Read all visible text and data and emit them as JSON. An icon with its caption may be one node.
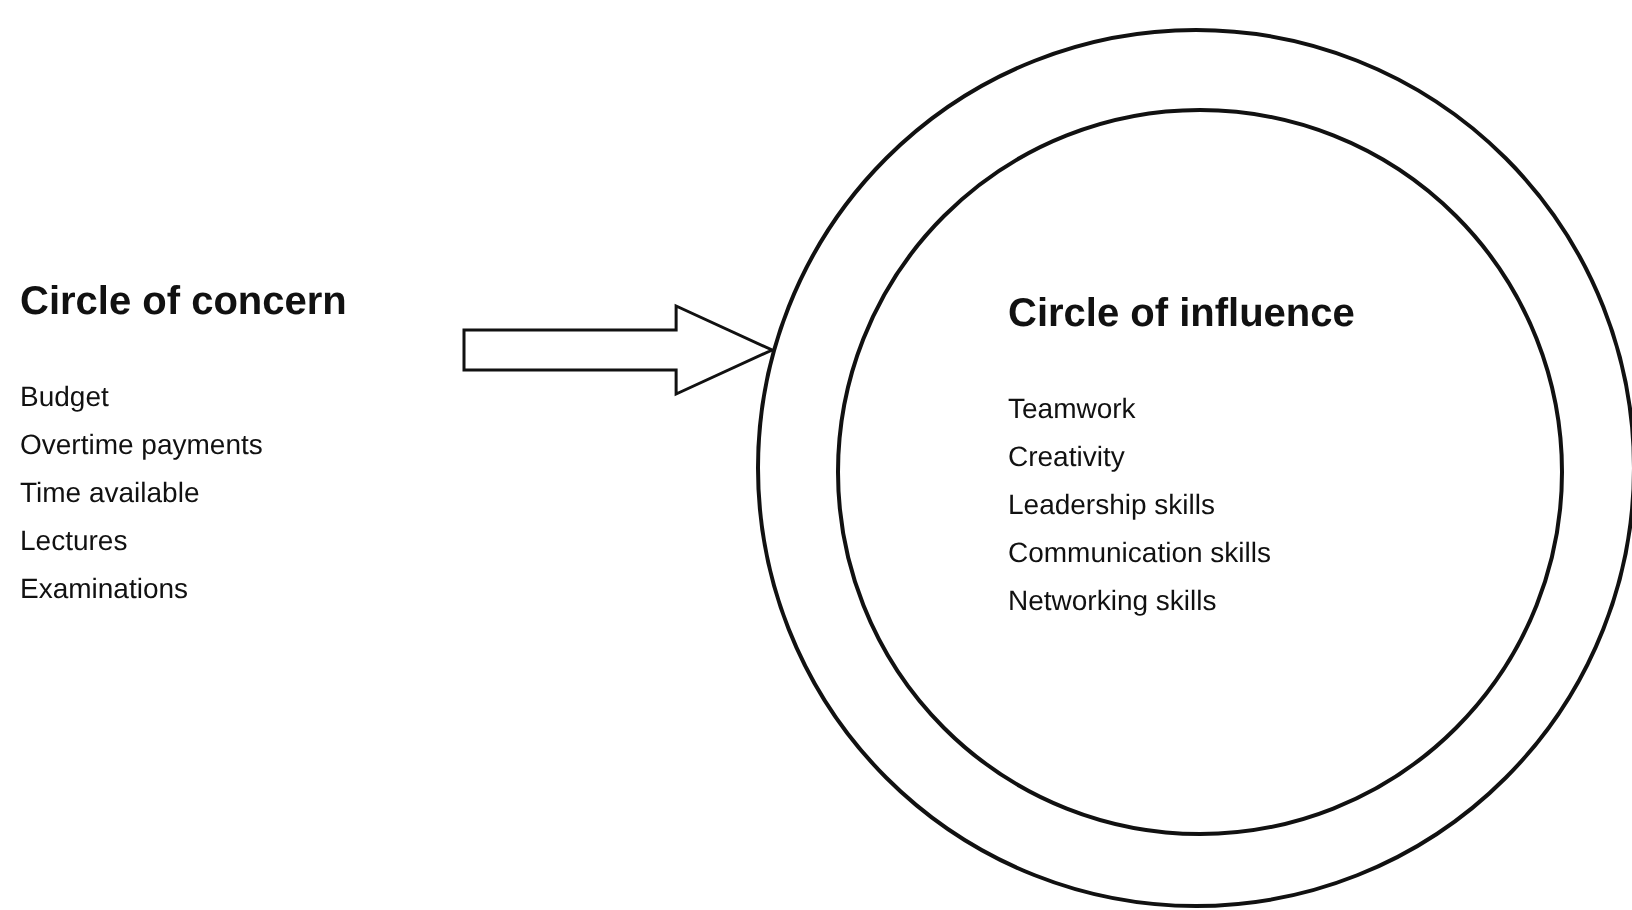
{
  "diagram": {
    "nodes": [
      {
        "text": [
          "Circle of concern",
          "Budget",
          "Overtime payments",
          "Time available",
          "Lectures",
          "Examinations"
        ]
      },
      {
        "text": [],
        "shape": "circle"
      },
      {
        "text": [
          "Circle of influence",
          "Teamwork",
          "Creativity",
          "Leadership skills",
          "Communication skills",
          "Networking skills"
        ],
        "in": 1
      }
    ],
    "edges": [
      {
        "from": 0,
        "to": 1,
        "arrow": "to"
      }
    ]
  }
}
